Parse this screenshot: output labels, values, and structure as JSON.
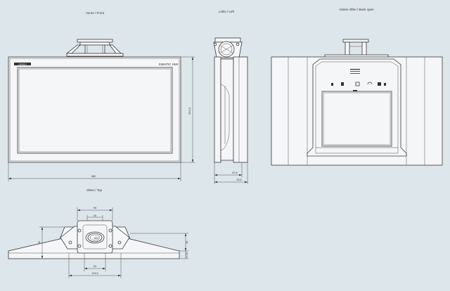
{
  "views": {
    "front": "Vorne / Front",
    "left": "Links / Left",
    "back": "Hinten offen / Back open",
    "top": "Oben / Top"
  },
  "labels": {
    "simatic_hmi": "SIMATIC HMI",
    "siemens": "SIEMENS"
  },
  "dimensions": {
    "front_width": "462",
    "front_height": "293,3",
    "side_depth_1": "87,6",
    "side_depth_2": "93,6",
    "top_95": "95",
    "top_40": "40",
    "top_o23": "Ø23",
    "top_54": "54",
    "top_124": "124,5",
    "top_62": "62",
    "top_35": "35",
    "top_1755": "17,55"
  }
}
